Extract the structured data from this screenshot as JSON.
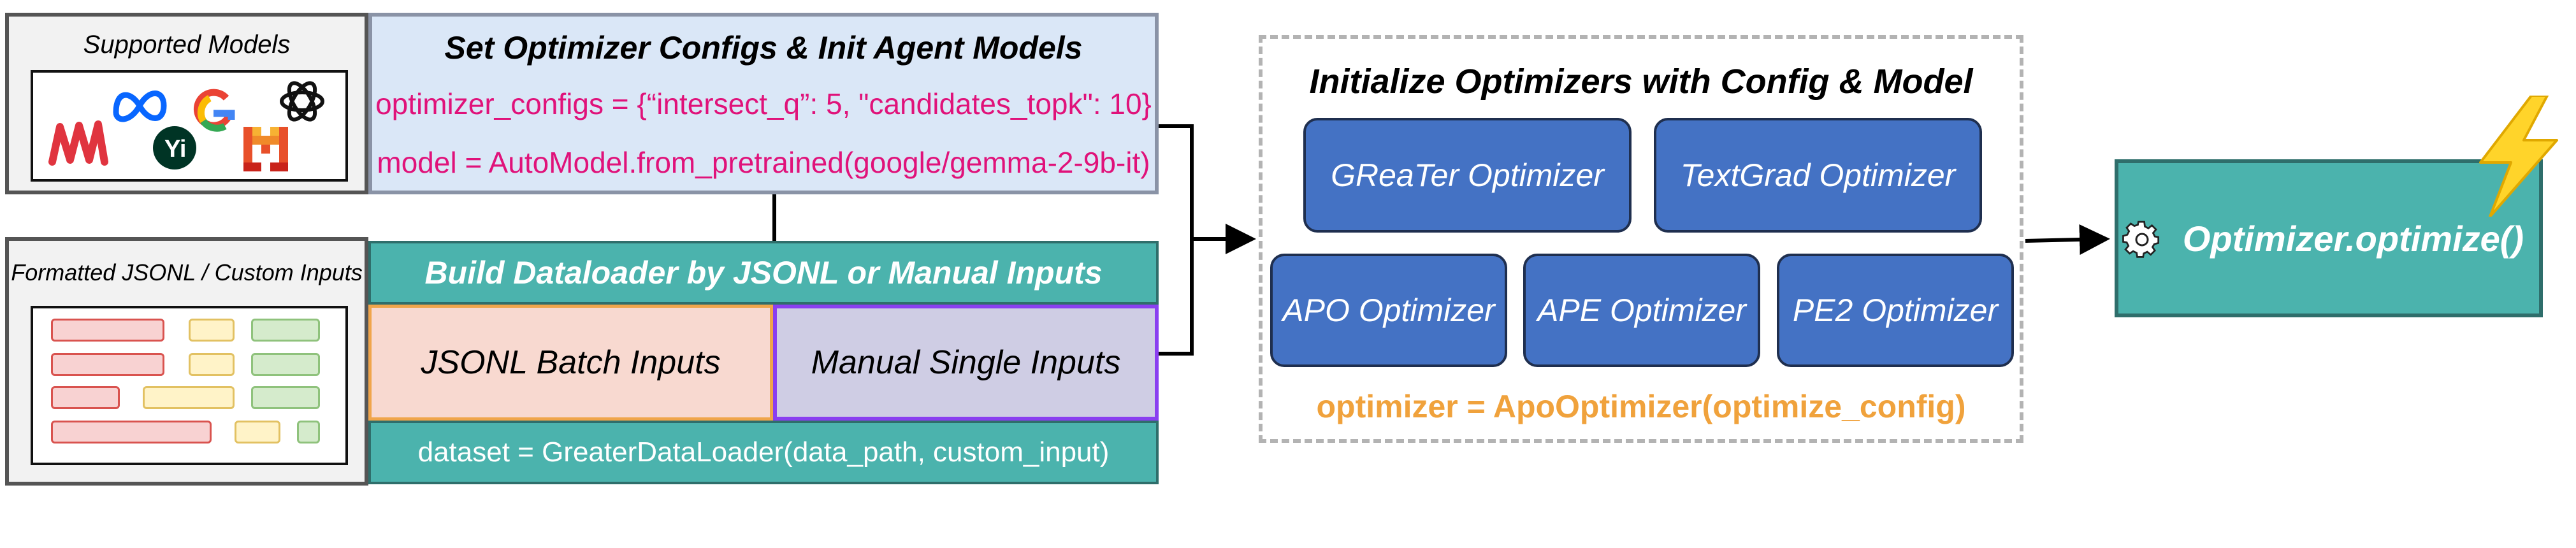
{
  "supported_models": {
    "title": "Supported Models",
    "logos": [
      "mistral-logo",
      "meta-logo",
      "google-logo",
      "openai-logo",
      "yi-logo",
      "mistral-m-logo"
    ]
  },
  "formatted_inputs": {
    "title": "Formatted JSONL / Custom Inputs"
  },
  "config": {
    "title": "Set Optimizer Configs & Init Agent Models",
    "line1": "optimizer_configs = {“intersect_q”: 5, \"candidates_topk\": 10}",
    "line2": "model = AutoModel.from_pretrained(google/gemma-2-9b-it)"
  },
  "dataloader": {
    "title": "Build Dataloader by JSONL or Manual Inputs",
    "jsonl_label": "JSONL Batch Inputs",
    "manual_label": "Manual Single Inputs",
    "code": "dataset = GreaterDataLoader(data_path, custom_input)"
  },
  "init": {
    "title": "Initialize Optimizers with Config & Model",
    "optimizers": [
      "GReaTer Optimizer",
      "TextGrad Optimizer",
      "APO Optimizer",
      "APE Optimizer",
      "PE2 Optimizer"
    ],
    "code": "optimizer = ApoOptimizer(optimize_config)"
  },
  "final": {
    "label": "Optimizer.optimize()",
    "icons": [
      "gear-icon",
      "lightning-icon"
    ]
  },
  "colors": {
    "config_fill": "#dae7f7",
    "teal": "#4bb3ad",
    "optimizer_blue": "#4472c4",
    "magenta_text": "#e0127a",
    "orange_text": "#f0a23c",
    "jsonl_fill": "#f8d9d0",
    "manual_fill": "#cfcde4",
    "manual_border": "#8a3ff0"
  }
}
